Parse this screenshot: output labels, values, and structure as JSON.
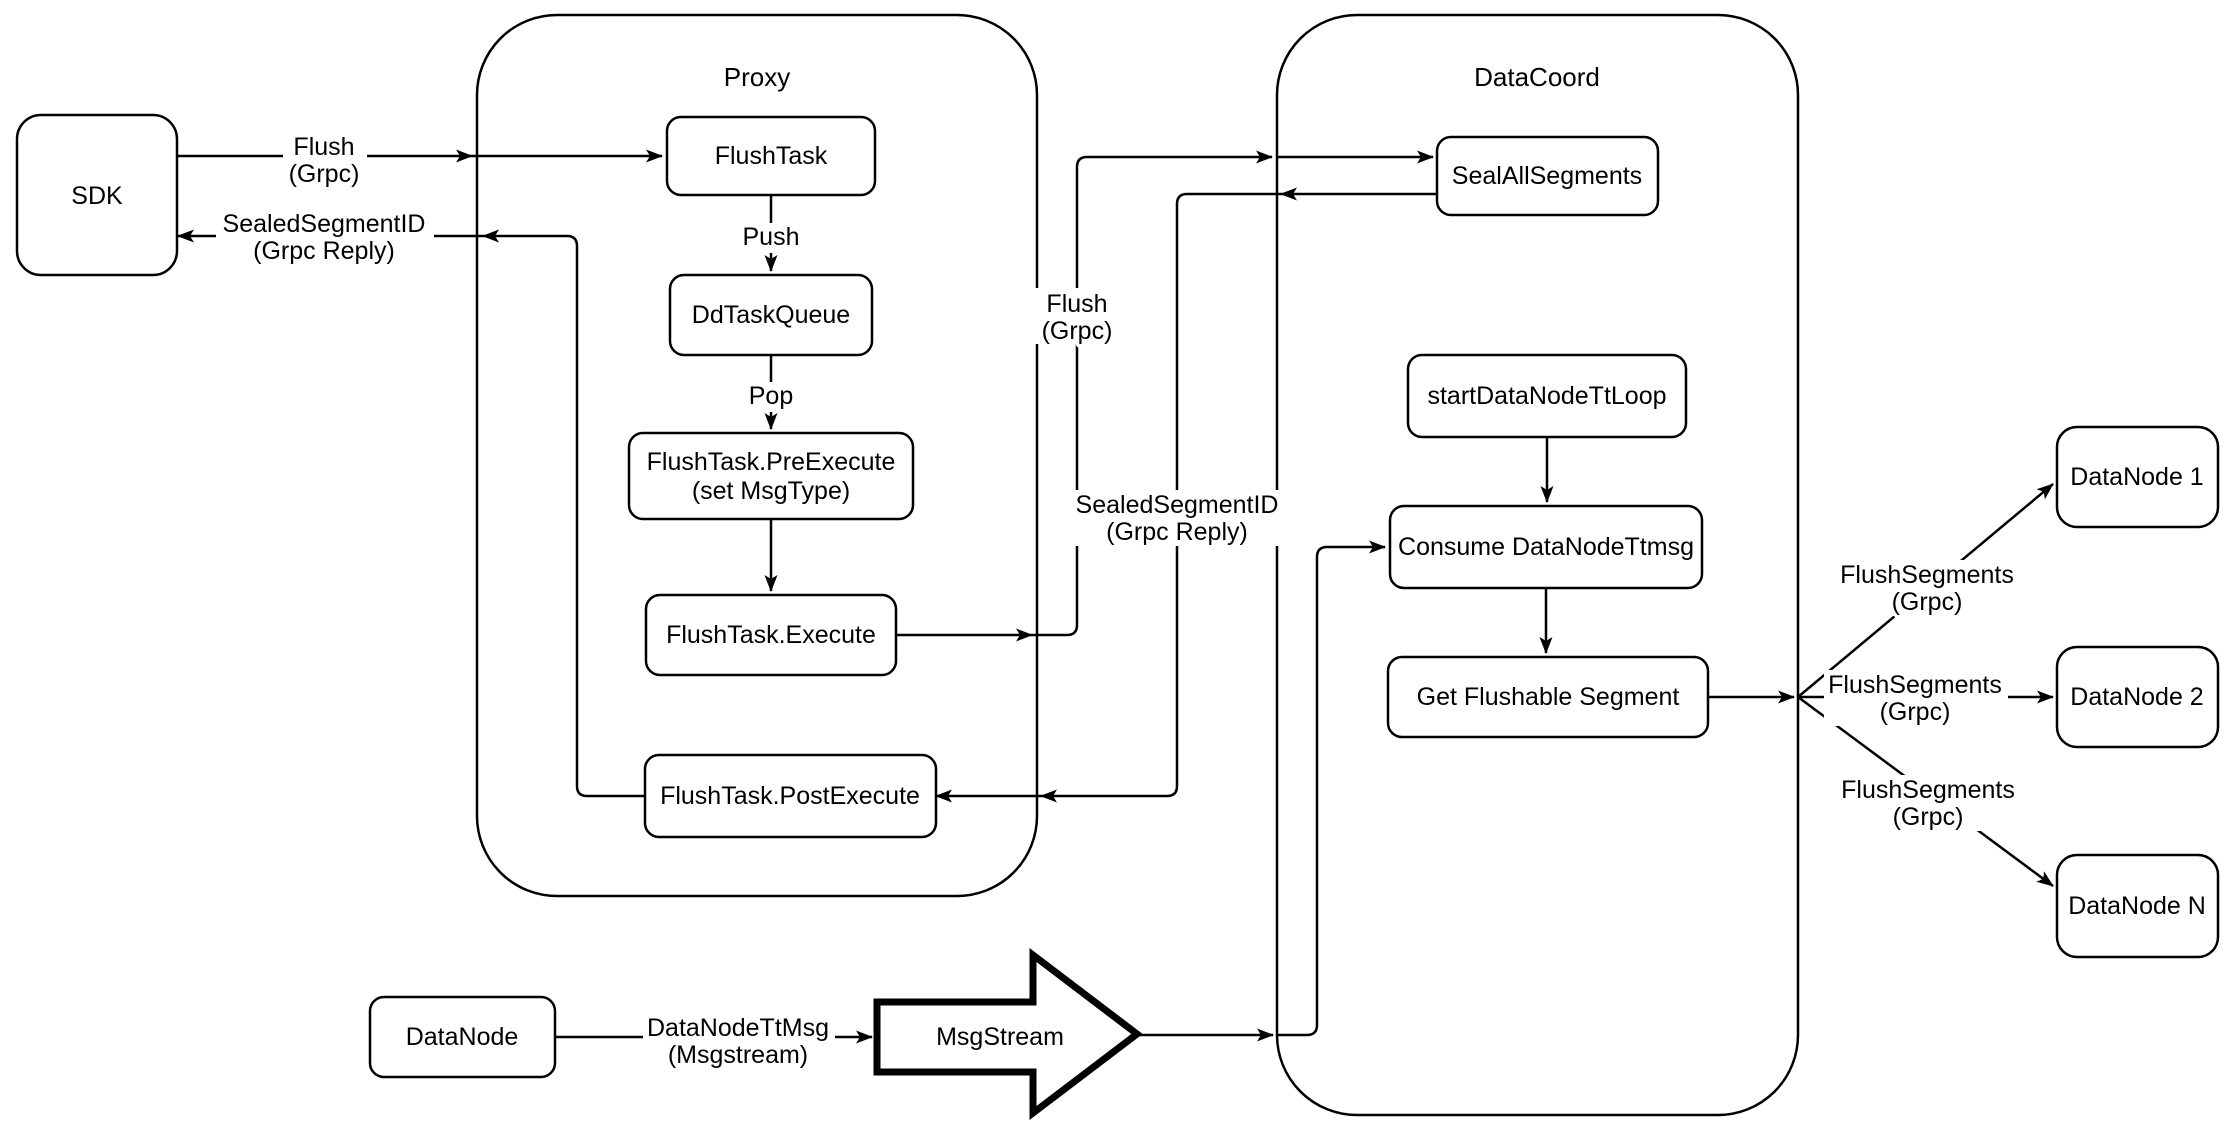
{
  "diagram": {
    "title_semantic": "Milvus flush data flow diagram",
    "colors": {
      "background": "#ffffff",
      "stroke": "#000000",
      "node_fill": "#ffffff",
      "text": "#000000"
    },
    "containers": {
      "proxy": {
        "title": "Proxy"
      },
      "datacoord": {
        "title": "DataCoord"
      }
    },
    "nodes": {
      "sdk": {
        "label": "SDK"
      },
      "flush_task": {
        "label": "FlushTask"
      },
      "dd_task_queue": {
        "label": "DdTaskQueue"
      },
      "pre_execute": {
        "label": "FlushTask.PreExecute",
        "sublabel": "(set MsgType)"
      },
      "execute": {
        "label": "FlushTask.Execute"
      },
      "post_execute": {
        "label": "FlushTask.PostExecute"
      },
      "seal_all_segments": {
        "label": "SealAllSegments"
      },
      "start_datanode_tt_loop": {
        "label": "startDataNodeTtLoop"
      },
      "consume_datanode_ttmsg": {
        "label": "Consume DataNodeTtmsg"
      },
      "get_flushable_segment": {
        "label": "Get Flushable Segment"
      },
      "datanode_1": {
        "label": "DataNode 1"
      },
      "datanode_2": {
        "label": "DataNode 2"
      },
      "datanode_n": {
        "label": "DataNode N"
      },
      "datanode": {
        "label": "DataNode"
      },
      "msgstream": {
        "label": "MsgStream"
      }
    },
    "edge_labels": {
      "flush_sdk": {
        "line1": "Flush",
        "line2": "(Grpc)"
      },
      "sealed_sdk": {
        "line1": "SealedSegmentID",
        "line2": "(Grpc Reply)"
      },
      "push": {
        "line1": "Push"
      },
      "pop": {
        "line1": "Pop"
      },
      "flush_datacoord": {
        "line1": "Flush",
        "line2": "(Grpc)"
      },
      "sealed_datacoord": {
        "line1": "SealedSegmentID",
        "line2": "(Grpc Reply)"
      },
      "flush_segments_1": {
        "line1": "FlushSegments",
        "line2": "(Grpc)"
      },
      "flush_segments_2": {
        "line1": "FlushSegments",
        "line2": "(Grpc)"
      },
      "flush_segments_n": {
        "line1": "FlushSegments",
        "line2": "(Grpc)"
      },
      "datanode_ttmsg": {
        "line1": "DataNodeTtMsg",
        "line2": "(Msgstream)"
      }
    }
  }
}
